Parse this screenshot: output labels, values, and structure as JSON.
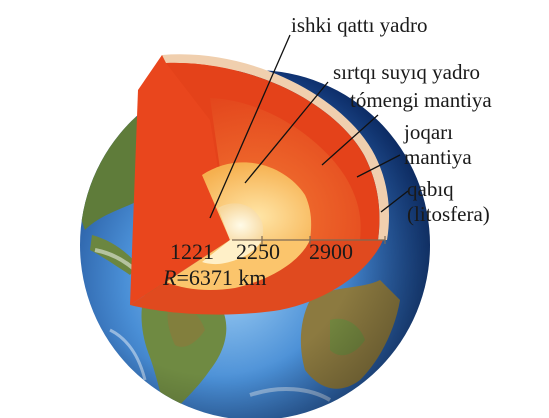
{
  "labels": {
    "inner_core": "ishki qattı yadro",
    "outer_core": "sırtqı suyıq yadro",
    "lower_mantle": "tómengi mantiya",
    "upper_mantle_line1": "joqarı",
    "upper_mantle_line2": "mantiya",
    "crust_line1": "qabıq",
    "crust_line2": "(litosfera)"
  },
  "depths": [
    "1221",
    "2250",
    "2900"
  ],
  "radius": {
    "symbol": "R",
    "equals": "=",
    "value": "6371",
    "unit": "km"
  },
  "colors": {
    "inner_core": "#fff3c8",
    "outer_core_outer": "#f7b45a",
    "outer_core_inner": "#ffd98a",
    "lower_mantle": "#ee5a22",
    "upper_mantle": "#e4421a",
    "crust": "#f3d3b5",
    "ocean_dark": "#0c3a86",
    "ocean_light": "#5ea0e0",
    "land": "#5d7a3a"
  }
}
